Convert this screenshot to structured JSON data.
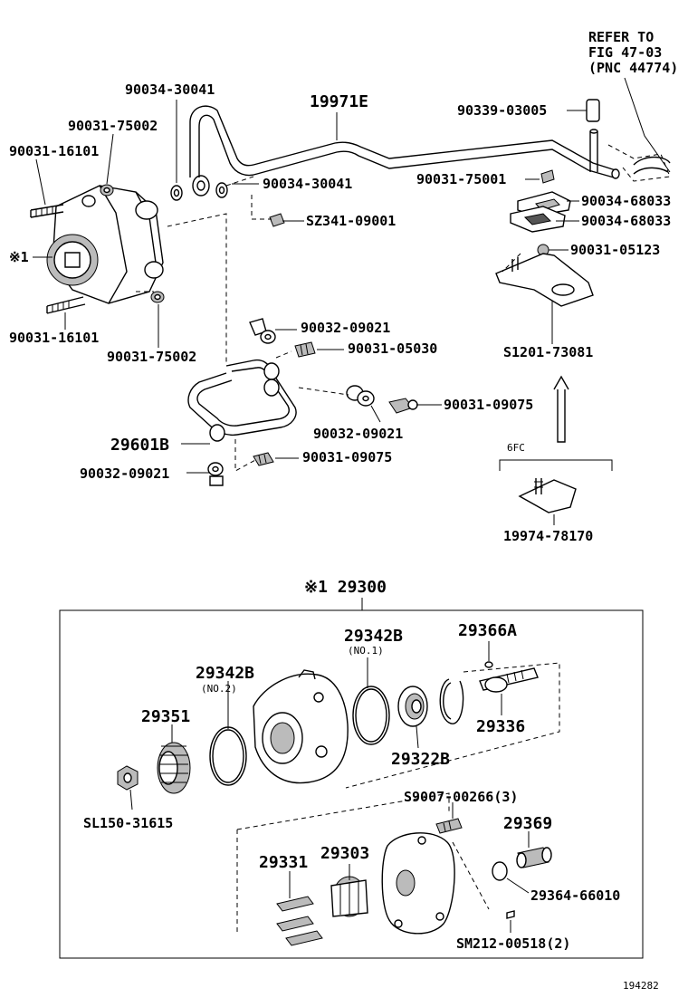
{
  "labels": {
    "refer_line1": "REFER TO",
    "refer_line2": "FIG 47-03",
    "refer_line3": "(PNC 44774)",
    "p_90034_30041_a": "90034-30041",
    "p_19971E": "19971E",
    "p_90339_03005": "90339-03005",
    "p_90031_75002_a": "90031-75002",
    "p_90031_16101_a": "90031-16101",
    "p_90034_30041_b": "90034-30041",
    "p_90031_75001": "90031-75001",
    "p_90034_68033_a": "90034-68033",
    "p_90034_68033_b": "90034-68033",
    "p_SZ341_09001": "SZ341-09001",
    "p_ref1": "※1",
    "p_90031_05123": "90031-05123",
    "p_90031_16101_b": "90031-16101",
    "p_90031_75002_b": "90031-75002",
    "p_90032_09021_a": "90032-09021",
    "p_90031_05030": "90031-05030",
    "p_S1201_73081": "S1201-73081",
    "p_90031_09075_a": "90031-09075",
    "p_90032_09021_b": "90032-09021",
    "p_29601B": "29601B",
    "p_6FC": "6FC",
    "p_90031_09075_b": "90031-09075",
    "p_90032_09021_c": "90032-09021",
    "p_19974_78170": "19974-78170",
    "p_29300": "※1 29300",
    "p_29342B_a": "29342B",
    "p_no1": "(NO.1)",
    "p_29366A": "29366A",
    "p_29342B_b": "29342B",
    "p_no2": "(NO.2)",
    "p_29351": "29351",
    "p_29336": "29336",
    "p_29322B": "29322B",
    "p_SL150_31615": "SL150-31615",
    "p_S9007_00266": "S9007-00266(3)",
    "p_29369": "29369",
    "p_29331": "29331",
    "p_29303": "29303",
    "p_29364_66010": "29364-66010",
    "p_SM212_00518": "SM212-00518(2)",
    "p_figure_id": "194282"
  }
}
